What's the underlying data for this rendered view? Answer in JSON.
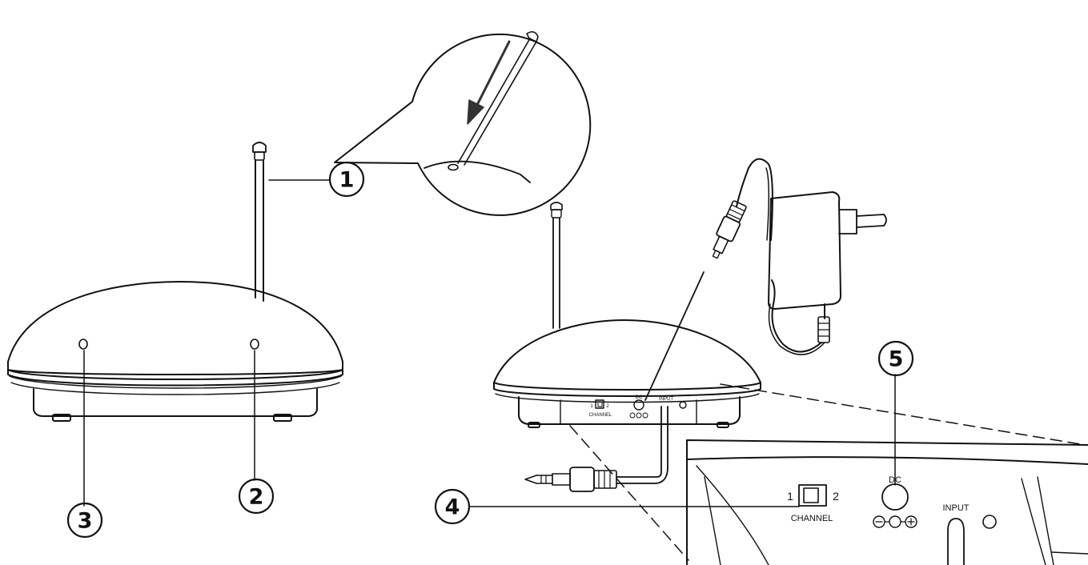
{
  "callouts": {
    "c1": "1",
    "c2": "2",
    "c3": "3",
    "c4": "4",
    "c5": "5"
  },
  "small_panel": {
    "switch_left": "1",
    "switch_right": "2",
    "channel": "CHANNEL",
    "dc": "DC",
    "input": "INPUT"
  },
  "zoom_panel": {
    "switch_left": "1",
    "switch_right": "2",
    "channel": "CHANNEL",
    "dc": "DC",
    "input": "INPUT"
  },
  "colors": {
    "line": "#111111",
    "background": "#ffffff",
    "arrow": "#333333"
  }
}
